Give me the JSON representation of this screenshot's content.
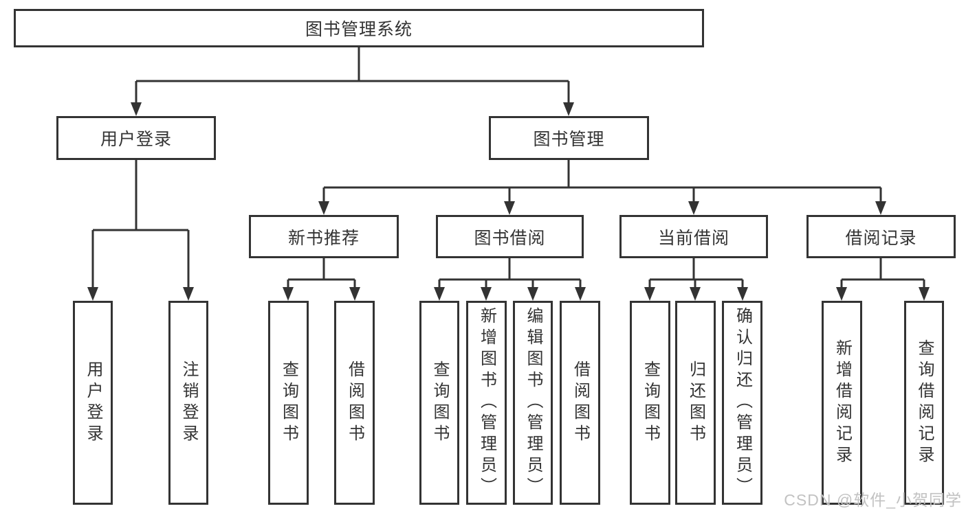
{
  "diagram": {
    "nodes": {
      "root": "图书管理系统",
      "user_login": "用户登录",
      "book_management": "图书管理",
      "new_book_recommend": "新书推荐",
      "book_borrowing": "图书借阅",
      "current_borrowing": "当前借阅",
      "borrowing_records": "借阅记录",
      "user_login_leaf": "用户登录",
      "logout_leaf": "注销登录",
      "query_books_recommend": "查询图书",
      "borrow_books_recommend": "借阅图书",
      "query_books_borrowing": "查询图书",
      "add_books_admin": "新增图书（管理员）",
      "edit_books_admin": "编辑图书（管理员）",
      "borrow_books_borrowing": "借阅图书",
      "query_books_current": "查询图书",
      "return_books": "归还图书",
      "confirm_return_admin": "确认归还（管理员）",
      "add_borrow_record": "新增借阅记录",
      "query_borrow_record": "查询借阅记录"
    }
  },
  "watermark": "CSDN @软件_小贺同学",
  "colors": {
    "line": "#333333",
    "node_border": "#333333",
    "text": "#333333",
    "watermark": "#c2c2c2",
    "background": "#ffffff"
  }
}
